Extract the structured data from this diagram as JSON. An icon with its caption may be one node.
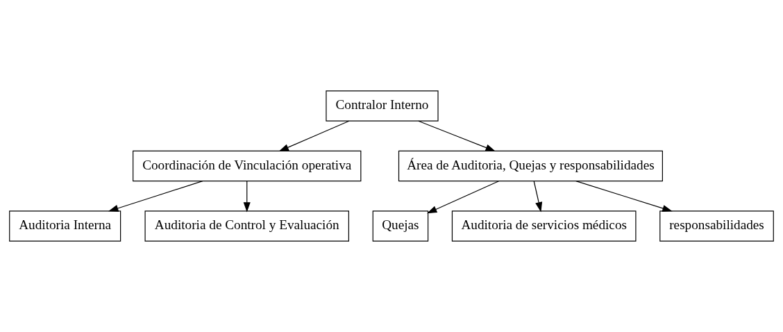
{
  "diagram": {
    "nodes": [
      {
        "text": [
          "Contralor Interno"
        ]
      },
      {
        "text": [
          "Coordinación de Vinculación operativa"
        ]
      },
      {
        "text": [
          "Área de Auditoria, Quejas y responsabilidades"
        ]
      },
      {
        "text": [
          "Auditoria Interna"
        ]
      },
      {
        "text": [
          "Auditoria de Control y Evaluación"
        ]
      },
      {
        "text": [
          "Quejas"
        ]
      },
      {
        "text": [
          "Auditoria de servicios médicos"
        ]
      },
      {
        "text": [
          "responsabilidades"
        ]
      }
    ],
    "edges": [
      {
        "from": 0,
        "to": 1,
        "arrow": "to"
      },
      {
        "from": 0,
        "to": 2,
        "arrow": "to"
      },
      {
        "from": 1,
        "to": 3,
        "arrow": "to"
      },
      {
        "from": 1,
        "to": 4,
        "arrow": "to"
      },
      {
        "from": 2,
        "to": 5,
        "arrow": "to"
      },
      {
        "from": 2,
        "to": 6,
        "arrow": "to"
      },
      {
        "from": 2,
        "to": 7,
        "arrow": "to"
      }
    ]
  }
}
